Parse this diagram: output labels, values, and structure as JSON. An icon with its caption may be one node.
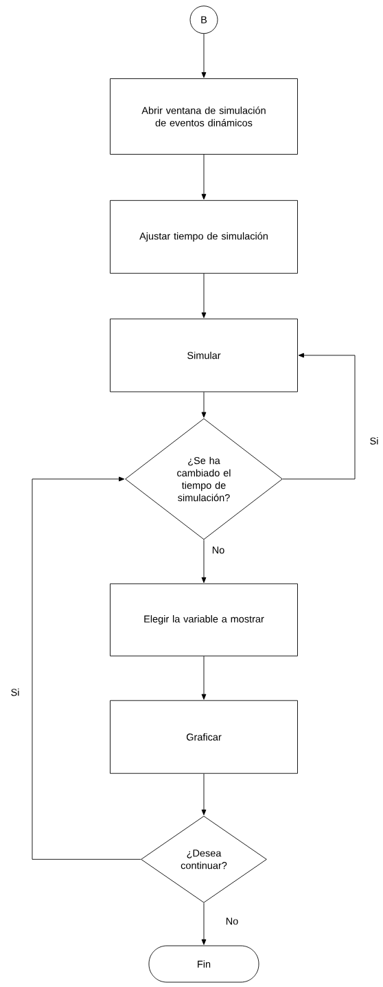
{
  "diagram": {
    "nodes": [
      {
        "text": [
          "B"
        ]
      },
      {
        "text": [
          "Abrir ventana de simulación de eventos dinámicos"
        ]
      },
      {
        "text": [
          "Ajustar tiempo de simulación"
        ]
      },
      {
        "text": [
          "Simular"
        ]
      },
      {
        "text": [
          "¿Se ha cambiado el tiempo de simulación?"
        ]
      },
      {
        "text": [
          "Elegir la variable a mostrar"
        ]
      },
      {
        "text": [
          "Graficar"
        ]
      },
      {
        "text": [
          "¿Desea continuar?"
        ]
      },
      {
        "text": [
          "Fin"
        ]
      }
    ],
    "edges": [
      {
        "from": 0,
        "to": 1,
        "arrow": "to"
      },
      {
        "from": 1,
        "to": 2,
        "arrow": "to"
      },
      {
        "from": 2,
        "to": 3,
        "arrow": "to"
      },
      {
        "from": 3,
        "to": 4,
        "arrow": "to"
      },
      {
        "from": 4,
        "to": 3,
        "arrow": "to",
        "label": "Si"
      },
      {
        "from": 4,
        "to": 5,
        "arrow": "to",
        "label": "No"
      },
      {
        "from": 5,
        "to": 6,
        "arrow": "to"
      },
      {
        "from": 6,
        "to": 7,
        "arrow": "to"
      },
      {
        "from": 7,
        "to": 4,
        "arrow": "to",
        "label": "Si"
      },
      {
        "from": 7,
        "to": 8,
        "arrow": "to",
        "label": "No"
      }
    ]
  }
}
